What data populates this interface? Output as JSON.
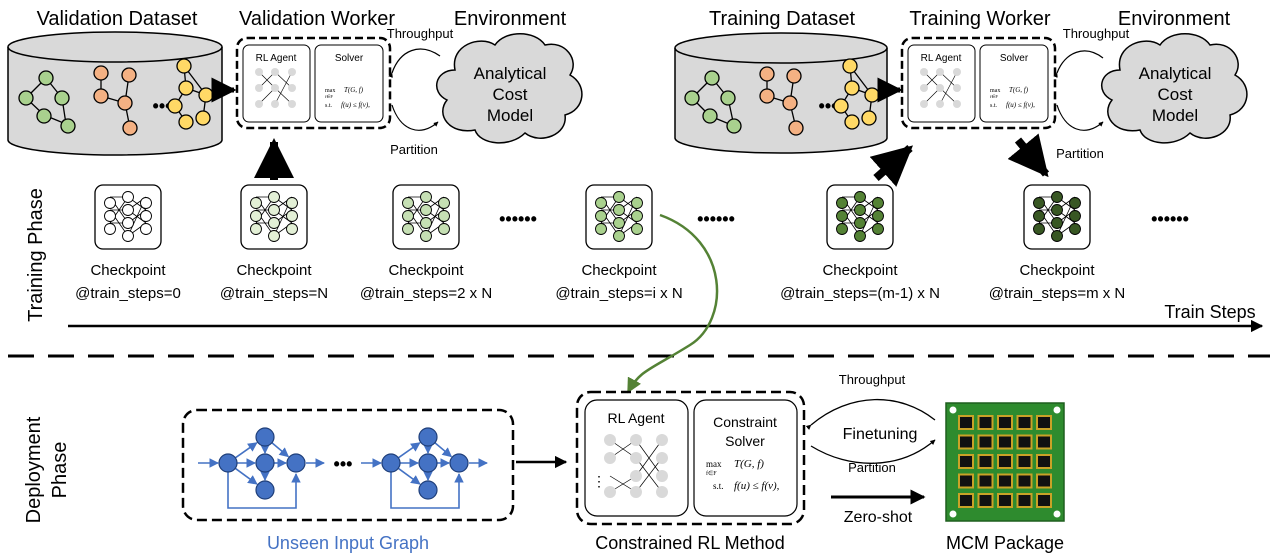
{
  "top_left": {
    "dataset_title": "Validation Dataset",
    "worker_title": "Validation Worker",
    "env_title": "Environment",
    "throughput": "Throughput",
    "partition": "Partition",
    "ellipsis": "•••"
  },
  "top_right": {
    "dataset_title": "Training Dataset",
    "worker_title": "Training Worker",
    "env_title": "Environment",
    "throughput": "Throughput",
    "partition": "Partition",
    "ellipsis": "•••"
  },
  "worker": {
    "agent_label": "RL Agent",
    "solver_label": "Solver",
    "eq_max": "max",
    "eq_sub": "f∈F",
    "eq_obj": "T(G, f)",
    "eq_st": "s.t.",
    "eq_cons": "f(u) ≤ f(v),"
  },
  "cost_model": {
    "line1": "Analytical",
    "line2": "Cost",
    "line3": "Model"
  },
  "phases": {
    "training": "Training Phase",
    "deployment_line1": "Deployment",
    "deployment_line2": "Phase"
  },
  "checkpoints": [
    {
      "label": "Checkpoint",
      "step": "@train_steps=0",
      "color": "#ffffff"
    },
    {
      "label": "Checkpoint",
      "step": "@train_steps=N",
      "color": "#e3f0d6"
    },
    {
      "label": "Checkpoint",
      "step": "@train_steps=2 x N",
      "color": "#c6e0b4"
    },
    {
      "label": "Checkpoint",
      "step": "@train_steps=i x N",
      "color": "#a9d18e"
    },
    {
      "label": "Checkpoint",
      "step": "@train_steps=(m-1) x N",
      "color": "#548235"
    },
    {
      "label": "Checkpoint",
      "step": "@train_steps=m x N",
      "color": "#385723"
    }
  ],
  "dots": [
    "••••••",
    "••••••",
    "••••••"
  ],
  "axis": {
    "label": "Train Steps"
  },
  "deployment": {
    "input_graph_label": "Unseen Input Graph",
    "graph_ellipsis": "•••",
    "method_label": "Constrained RL Method",
    "agent_label": "RL Agent",
    "solver_line1": "Constraint",
    "solver_line2": "Solver",
    "agent_ellipsis": "⋮",
    "throughput": "Throughput",
    "finetuning": "Finetuning",
    "partition": "Partition",
    "zero_shot": "Zero-shot",
    "package_label": "MCM Package"
  },
  "colors": {
    "node_green": "#a9d18e",
    "node_orange": "#f4b183",
    "node_yellow": "#ffd966",
    "node_blue": "#4472c4",
    "edge_blue": "#4472c4",
    "pcb_green": "#2e8b2e",
    "arrow_green": "#548235",
    "unseen_text": "#4472c4"
  }
}
